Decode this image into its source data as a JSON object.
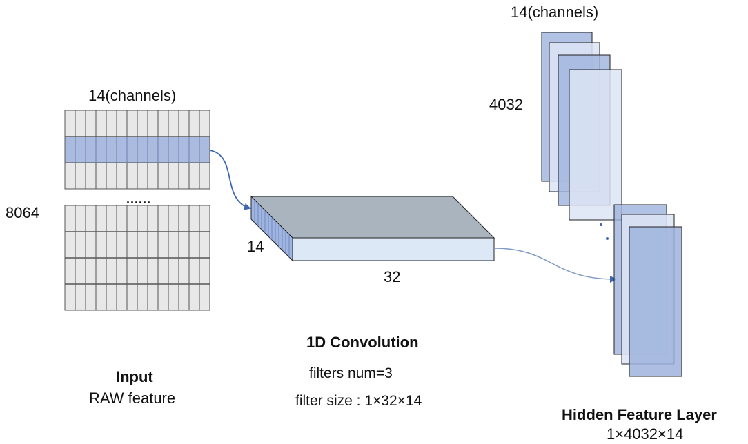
{
  "input": {
    "channels_label": "14(channels)",
    "length_label": "8064",
    "ellipsis": "......",
    "title": "Input",
    "subtitle": "RAW feature"
  },
  "convolution": {
    "width_label": "14",
    "length_label": "32",
    "title": "1D Convolution",
    "filters_num": "filters num=3",
    "filter_size": "filter size : 1×32×14"
  },
  "hidden": {
    "channels_label": "14(channels)",
    "length_label": "4032",
    "title": "Hidden Feature Layer",
    "shape": "1×4032×14"
  },
  "colors": {
    "grid_fill": "#e8e8e8",
    "highlight": "#9fb3dd",
    "kernel_top": "#aab4be",
    "kernel_front": "#dce8f6",
    "kernel_side": "#9fb5e0",
    "arrow": "#3f67b0",
    "arrow_light": "#7f9ac6",
    "map_dark": "#9fb3dd",
    "map_light": "#dde5f4"
  },
  "icons": {
    "flow_arrow": "curved-arrow-icon"
  }
}
